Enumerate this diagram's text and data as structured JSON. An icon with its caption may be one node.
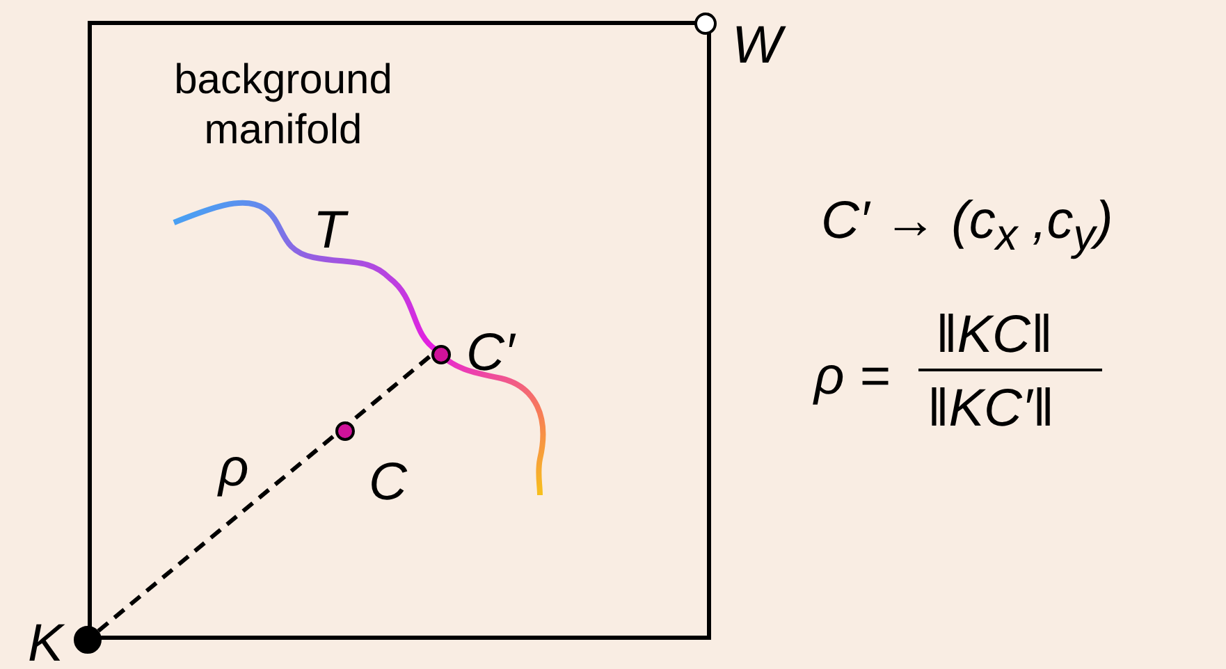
{
  "diagram": {
    "nodes": [
      {
        "text": [
          "background manifold"
        ]
      },
      {
        "text": [],
        "shape": "circle",
        "beside": [
          "W"
        ]
      },
      {
        "text": [],
        "shape": "circle",
        "beside": [
          "C′"
        ],
        "in": 0
      },
      {
        "text": [],
        "shape": "circle",
        "beside": [
          "C"
        ],
        "in": 0
      },
      {
        "text": [],
        "shape": "circle",
        "beside": [
          "K"
        ]
      }
    ],
    "edges": [
      {
        "from": 4,
        "to": 2,
        "arrow": "none",
        "style": "dashed",
        "label": "ρ"
      }
    ],
    "labels": [
      "T",
      "C′ → (c$_{x}$ ,c$_{y}$)",
      "ρ =",
      "‖KC‖",
      "‖KC′‖"
    ]
  }
}
